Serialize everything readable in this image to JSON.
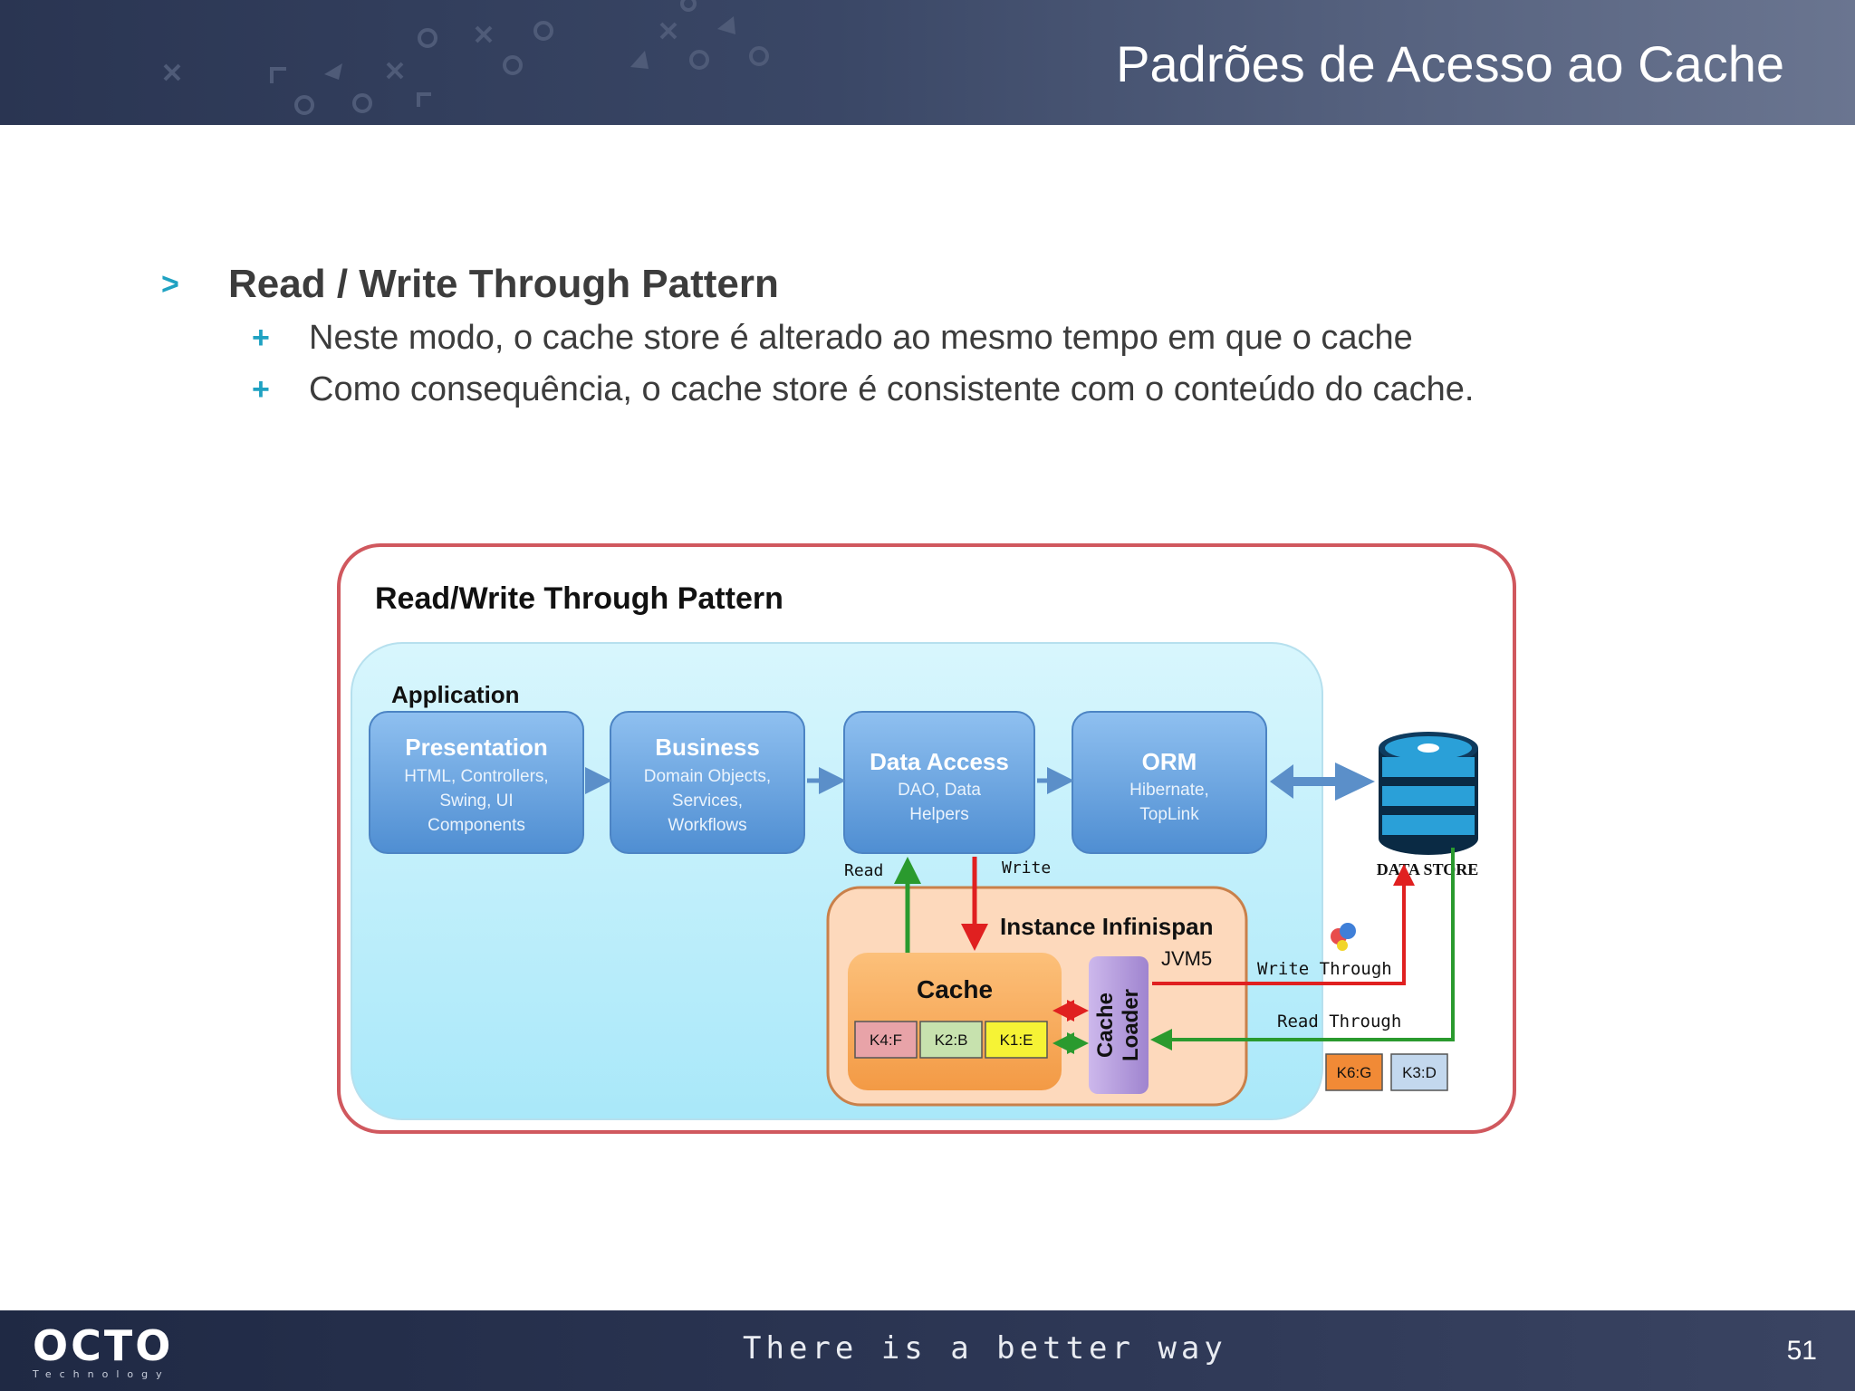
{
  "slide": {
    "title": "Padrões de Acesso ao Cache",
    "bullet": "Read / Write Through Pattern",
    "subbullets": [
      "Neste modo, o cache store é alterado ao mesmo tempo em que o cache",
      "Como consequência, o cache store é consistente com o conteúdo do cache."
    ]
  },
  "diagram": {
    "title": "Read/Write Through Pattern",
    "application_label": "Application",
    "layers": [
      {
        "name": "Presentation",
        "lines": [
          "HTML, Controllers,",
          "Swing, UI",
          "Components"
        ]
      },
      {
        "name": "Business",
        "lines": [
          "Domain Objects,",
          "Services,",
          "Workflows"
        ]
      },
      {
        "name": "Data Access",
        "lines": [
          "DAO, Data",
          "Helpers"
        ]
      },
      {
        "name": "ORM",
        "lines": [
          "Hibernate,",
          "TopLink"
        ]
      }
    ],
    "data_store_label": "DATA STORE",
    "read_label": "Read",
    "write_label": "Write",
    "instance_label": "Instance Infinispan",
    "jvm_label": "JVM5",
    "cache_label": "Cache",
    "cache_loader_lines": [
      "Cache",
      "Loader"
    ],
    "cache_entries": [
      "K4:F",
      "K2:B",
      "K1:E"
    ],
    "write_through_label": "Write Through",
    "read_through_label": "Read Through",
    "store_entries": [
      "K6:G",
      "K3:D"
    ]
  },
  "footer": {
    "logo": "OCTO",
    "logo_sub": "Technology",
    "tagline": "There is a better way",
    "page_number": "51"
  },
  "colors": {
    "accent": "#1fa2c2",
    "frame": "#c9474f",
    "layer_box": "#5e9ad8",
    "read_arrow": "#2a9a2e",
    "write_arrow": "#e02020",
    "cache_orange": "#f6a552",
    "cache_loader_purple": "#b59bd8"
  }
}
